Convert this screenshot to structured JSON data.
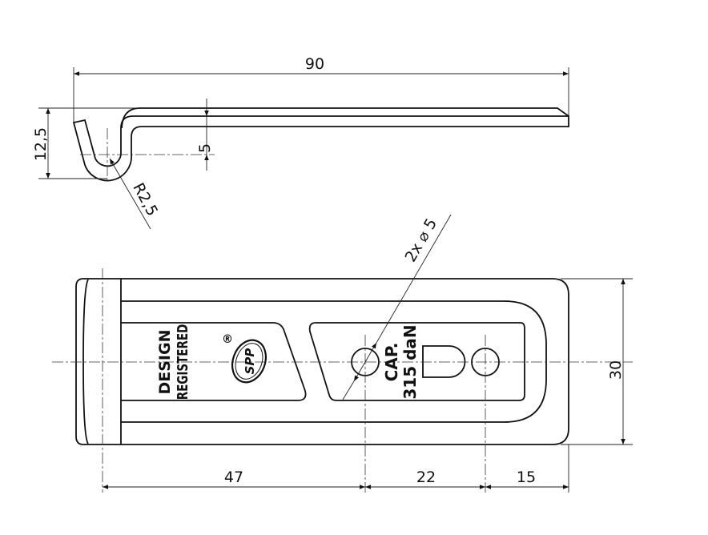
{
  "drawing": {
    "side_view": {
      "overall_length": "90",
      "hook_height": "12,5",
      "offset": "5",
      "bend_radius": "R2,5"
    },
    "plan_view": {
      "width": "30",
      "hole_callout": "2x ⌀ 5",
      "dim_to_first_hole": "47",
      "hole_spacing": "22",
      "hole_to_end": "15",
      "marking_line1": "DESIGN",
      "marking_line2": "REGISTERED",
      "registered_symbol": "®",
      "logo_text": "SPP",
      "capacity_line1": "CAP.",
      "capacity_line2": "315 daN"
    }
  }
}
